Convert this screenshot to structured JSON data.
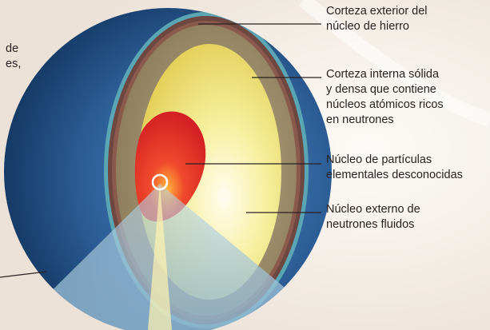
{
  "labels": [
    {
      "text": "Corteza exterior del\nnúcleo de hierro"
    },
    {
      "text": "Corteza interna sólida\ny densa que contiene\nnúcleos atómicos ricos\nen neutrones"
    },
    {
      "text": "Núcleo de partículas\nelementales desconocidas"
    },
    {
      "text": "Núcleo externo de\nneutrones fluidos"
    }
  ],
  "left_fragment": "de\nes,",
  "colors": {
    "background": "#f3ece6",
    "ocean_blue": "#2d5f97",
    "outer_ring": "#6e4740",
    "inner_crust": "#9c8c6a",
    "outer_core": "#efe070",
    "inner_core": "#e8292a",
    "cone": "#9ec1d6",
    "leader_line": "#2a2222"
  }
}
